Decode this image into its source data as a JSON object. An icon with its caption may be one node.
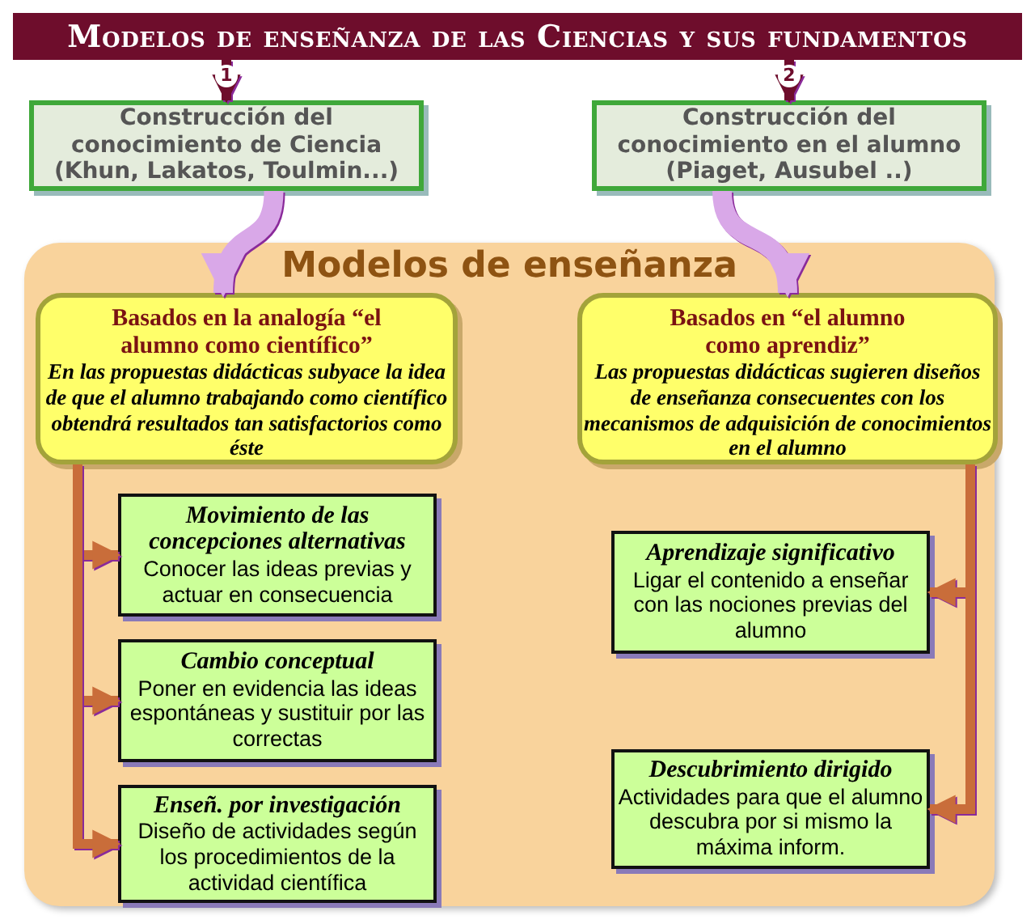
{
  "diagram": {
    "nodes": [
      {
        "text": [
          "Modelos de enseñanza de las Ciencias y sus fundamentos"
        ]
      },
      {
        "text": [
          "Construcción del conocimiento de Ciencia (Khun, Lakatos, Toulmin...)"
        ]
      },
      {
        "text": [
          "Construcción del conocimiento en el alumno (Piaget, Ausubel ..)"
        ]
      },
      {
        "text": [
          "Modelos de enseñanza"
        ]
      },
      {
        "text": [
          "Basados en la analogía “el alumno como científico”",
          "En las propuestas didácticas subyace la idea de que el alumno trabajando como científico obtendrá resultados tan satisfactorios como éste"
        ],
        "in": 3
      },
      {
        "text": [
          "Basados en “el alumno como aprendiz”",
          "Las propuestas didácticas sugieren diseños de enseñanza consecuentes con los mecanismos de adquisición de conocimientos en el alumno"
        ],
        "in": 3
      },
      {
        "text": [
          "Movimiento de las concepciones alternativas",
          "Conocer las ideas previas y actuar en consecuencia"
        ],
        "in": 3
      },
      {
        "text": [
          "Cambio conceptual",
          "Poner en evidencia las ideas espontáneas y sustituir por las correctas"
        ],
        "in": 3
      },
      {
        "text": [
          "Enseñ. por investigación",
          "Diseño de actividades según los procedimientos de la actividad científica"
        ],
        "in": 3
      },
      {
        "text": [
          "Aprendizaje significativo",
          "Ligar el contenido a enseñar con las nociones previas del alumno"
        ],
        "in": 3
      },
      {
        "text": [
          "Descubrimiento dirigido",
          "Actividades para que el alumno descubra por si mismo la máxima inform."
        ],
        "in": 3
      }
    ],
    "edges": [
      {
        "from": 0,
        "to": 1,
        "arrow": "to",
        "label": "1",
        "color": "#6e0d2c"
      },
      {
        "from": 0,
        "to": 2,
        "arrow": "to",
        "label": "2",
        "color": "#6e0d2c"
      },
      {
        "from": 1,
        "to": 4,
        "arrow": "to",
        "style": "thick",
        "color": "#d9a8e8"
      },
      {
        "from": 2,
        "to": 5,
        "arrow": "to",
        "style": "thick",
        "color": "#d9a8e8"
      },
      {
        "from": 4,
        "to": 6,
        "arrow": "to"
      },
      {
        "from": 4,
        "to": 7,
        "arrow": "to"
      },
      {
        "from": 4,
        "to": 8,
        "arrow": "to"
      },
      {
        "from": 5,
        "to": 9,
        "arrow": "to"
      },
      {
        "from": 5,
        "to": 10,
        "arrow": "to"
      }
    ]
  }
}
